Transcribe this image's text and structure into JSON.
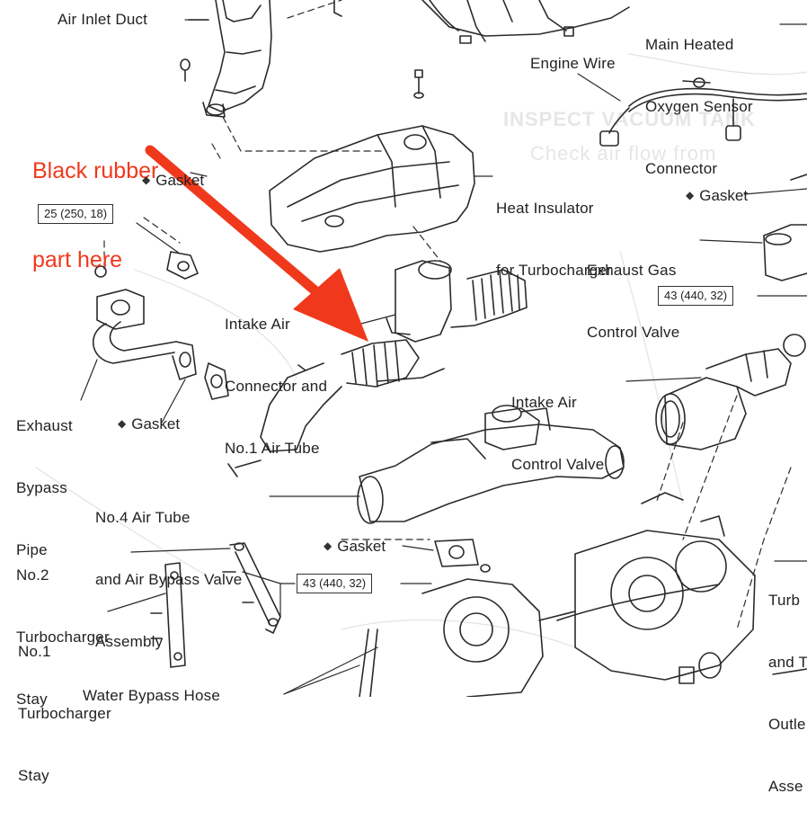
{
  "annotation": {
    "note_line1": "Black rubber",
    "note_line2": "part here",
    "arrow_color": "#f0391c"
  },
  "labels": {
    "air_inlet_duct": "Air Inlet Duct",
    "main_o2_line1": "Main Heated",
    "main_o2_line2": "Oxygen Sensor",
    "main_o2_line3": "Connector",
    "engine_wire": "Engine Wire",
    "heat_insulator_line1": "Heat Insulator",
    "heat_insulator_line2": "for Turbocharger",
    "exhaust_gas_cv_line1": "Exhaust Gas",
    "exhaust_gas_cv_line2": "Control Valve",
    "intake_connector_line1": "Intake Air",
    "intake_connector_line2": "Connector and",
    "intake_connector_line3": "No.1 Air Tube",
    "intake_air_cv_line1": "Intake Air",
    "intake_air_cv_line2": "Control Valve",
    "exhaust_bypass_line1": "Exhaust",
    "exhaust_bypass_line2": "Bypass",
    "exhaust_bypass_line3": "Pipe",
    "no4_line1": "No.4 Air Tube",
    "no4_line2": "and Air Bypass Valve",
    "no4_line3": "Assembly",
    "no2_stay_line1": "No.2",
    "no2_stay_line2": "Turbocharger",
    "no2_stay_line3": "Stay",
    "no1_stay_line1": "No.1",
    "no1_stay_line2": "Turbocharger",
    "no1_stay_line3": "Stay",
    "water_bypass": "Water Bypass Hose",
    "turbo_line1": "Turb",
    "turbo_line2": "and T",
    "turbo_line3": "Outle",
    "turbo_line4": "Asse"
  },
  "gaskets": {
    "g1": "Gasket",
    "g2": "Gasket",
    "g3": "Gasket",
    "g4": "Gasket"
  },
  "specs": {
    "s1": "25 (250, 18)",
    "s2": "43 (440, 32)",
    "s3": "43 (440, 32)"
  },
  "ghost_text": {
    "t1": "INSPECT VACUUM TANK",
    "t2": "Check air flow from"
  }
}
